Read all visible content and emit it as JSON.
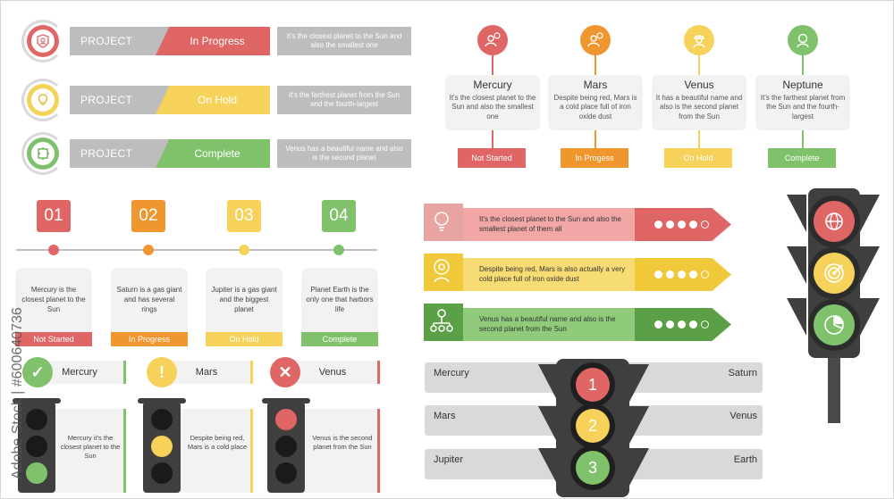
{
  "colors": {
    "red": "#e06666",
    "orange": "#f0962e",
    "yellow": "#f6d25a",
    "green": "#7fc26b",
    "gray": "#bdbdbd",
    "dark": "#3f3f3f"
  },
  "projects": [
    {
      "label": "PROJECT",
      "status": "In Progress",
      "desc": "It's the closest planet to the Sun and also the smallest one",
      "icon": "shield-user-icon"
    },
    {
      "label": "PROJECT",
      "status": "On Hold",
      "desc": "It's the farthest planet from the Sun and the fourth-largest",
      "icon": "lightbulb-icon"
    },
    {
      "label": "PROJECT",
      "status": "Complete",
      "desc": "Venus has a beautiful name and also is the second planet",
      "icon": "puzzle-icon"
    }
  ],
  "planet_columns": [
    {
      "name": "Mercury",
      "text": "It's the closest planet to the Sun and also the smallest one",
      "badge": "Not Started",
      "icon": "user-alert-icon"
    },
    {
      "name": "Mars",
      "text": "Despite being red, Mars is a cold place full of iron oxide dust",
      "badge": "In Progess",
      "icon": "user-question-icon"
    },
    {
      "name": "Venus",
      "text": "It has a beautiful name and also is the second planet from the Sun",
      "badge": "On Hold",
      "icon": "worker-icon"
    },
    {
      "name": "Neptune",
      "text": "It's the farthest planet from the Sun and the fourth-largest",
      "badge": "Complete",
      "icon": "astronaut-icon"
    }
  ],
  "steps": [
    {
      "num": "01",
      "text": "Mercury is the closest planet to the Sun",
      "badge": "Not Started"
    },
    {
      "num": "02",
      "text": "Saturn is a gas giant and has several rings",
      "badge": "In Progress"
    },
    {
      "num": "03",
      "text": "Jupiter is a gas giant and the biggest planet",
      "badge": "On Hold"
    },
    {
      "num": "04",
      "text": "Planet Earth is the only one that harbors life",
      "badge": "Complete"
    }
  ],
  "traffic_panels": [
    {
      "name": "Mercury",
      "symbol": "✓",
      "text": "Mercury it's the closest planet to the Sun",
      "active": "green"
    },
    {
      "name": "Mars",
      "symbol": "!",
      "text": "Despite being red, Mars is a cold place",
      "active": "yellow"
    },
    {
      "name": "Venus",
      "symbol": "✕",
      "text": "Venus is the second planet from the Sun",
      "active": "red"
    }
  ],
  "banners": [
    {
      "text": "It's the closest planet to the Sun and also the smallest planet of them all",
      "icon": "lightbulb-icon",
      "filled": 4
    },
    {
      "text": "Despite being red, Mars is also actually a very cold place full of iron oxide dust",
      "icon": "target-person-icon",
      "filled": 4
    },
    {
      "text": "Venus has a beautiful name and also is the second planet from the Sun",
      "icon": "network-icon",
      "filled": 4
    }
  ],
  "comparisons": [
    {
      "left": "Mercury",
      "right": "Saturn"
    },
    {
      "left": "Mars",
      "right": "Venus"
    },
    {
      "left": "Jupiter",
      "right": "Earth"
    }
  ],
  "middle_light": [
    "1",
    "2",
    "3"
  ],
  "right_light_icons": [
    "globe-refresh-icon",
    "target-icon",
    "pie-chart-icon"
  ],
  "watermark": "Adobe Stock | #600640736"
}
